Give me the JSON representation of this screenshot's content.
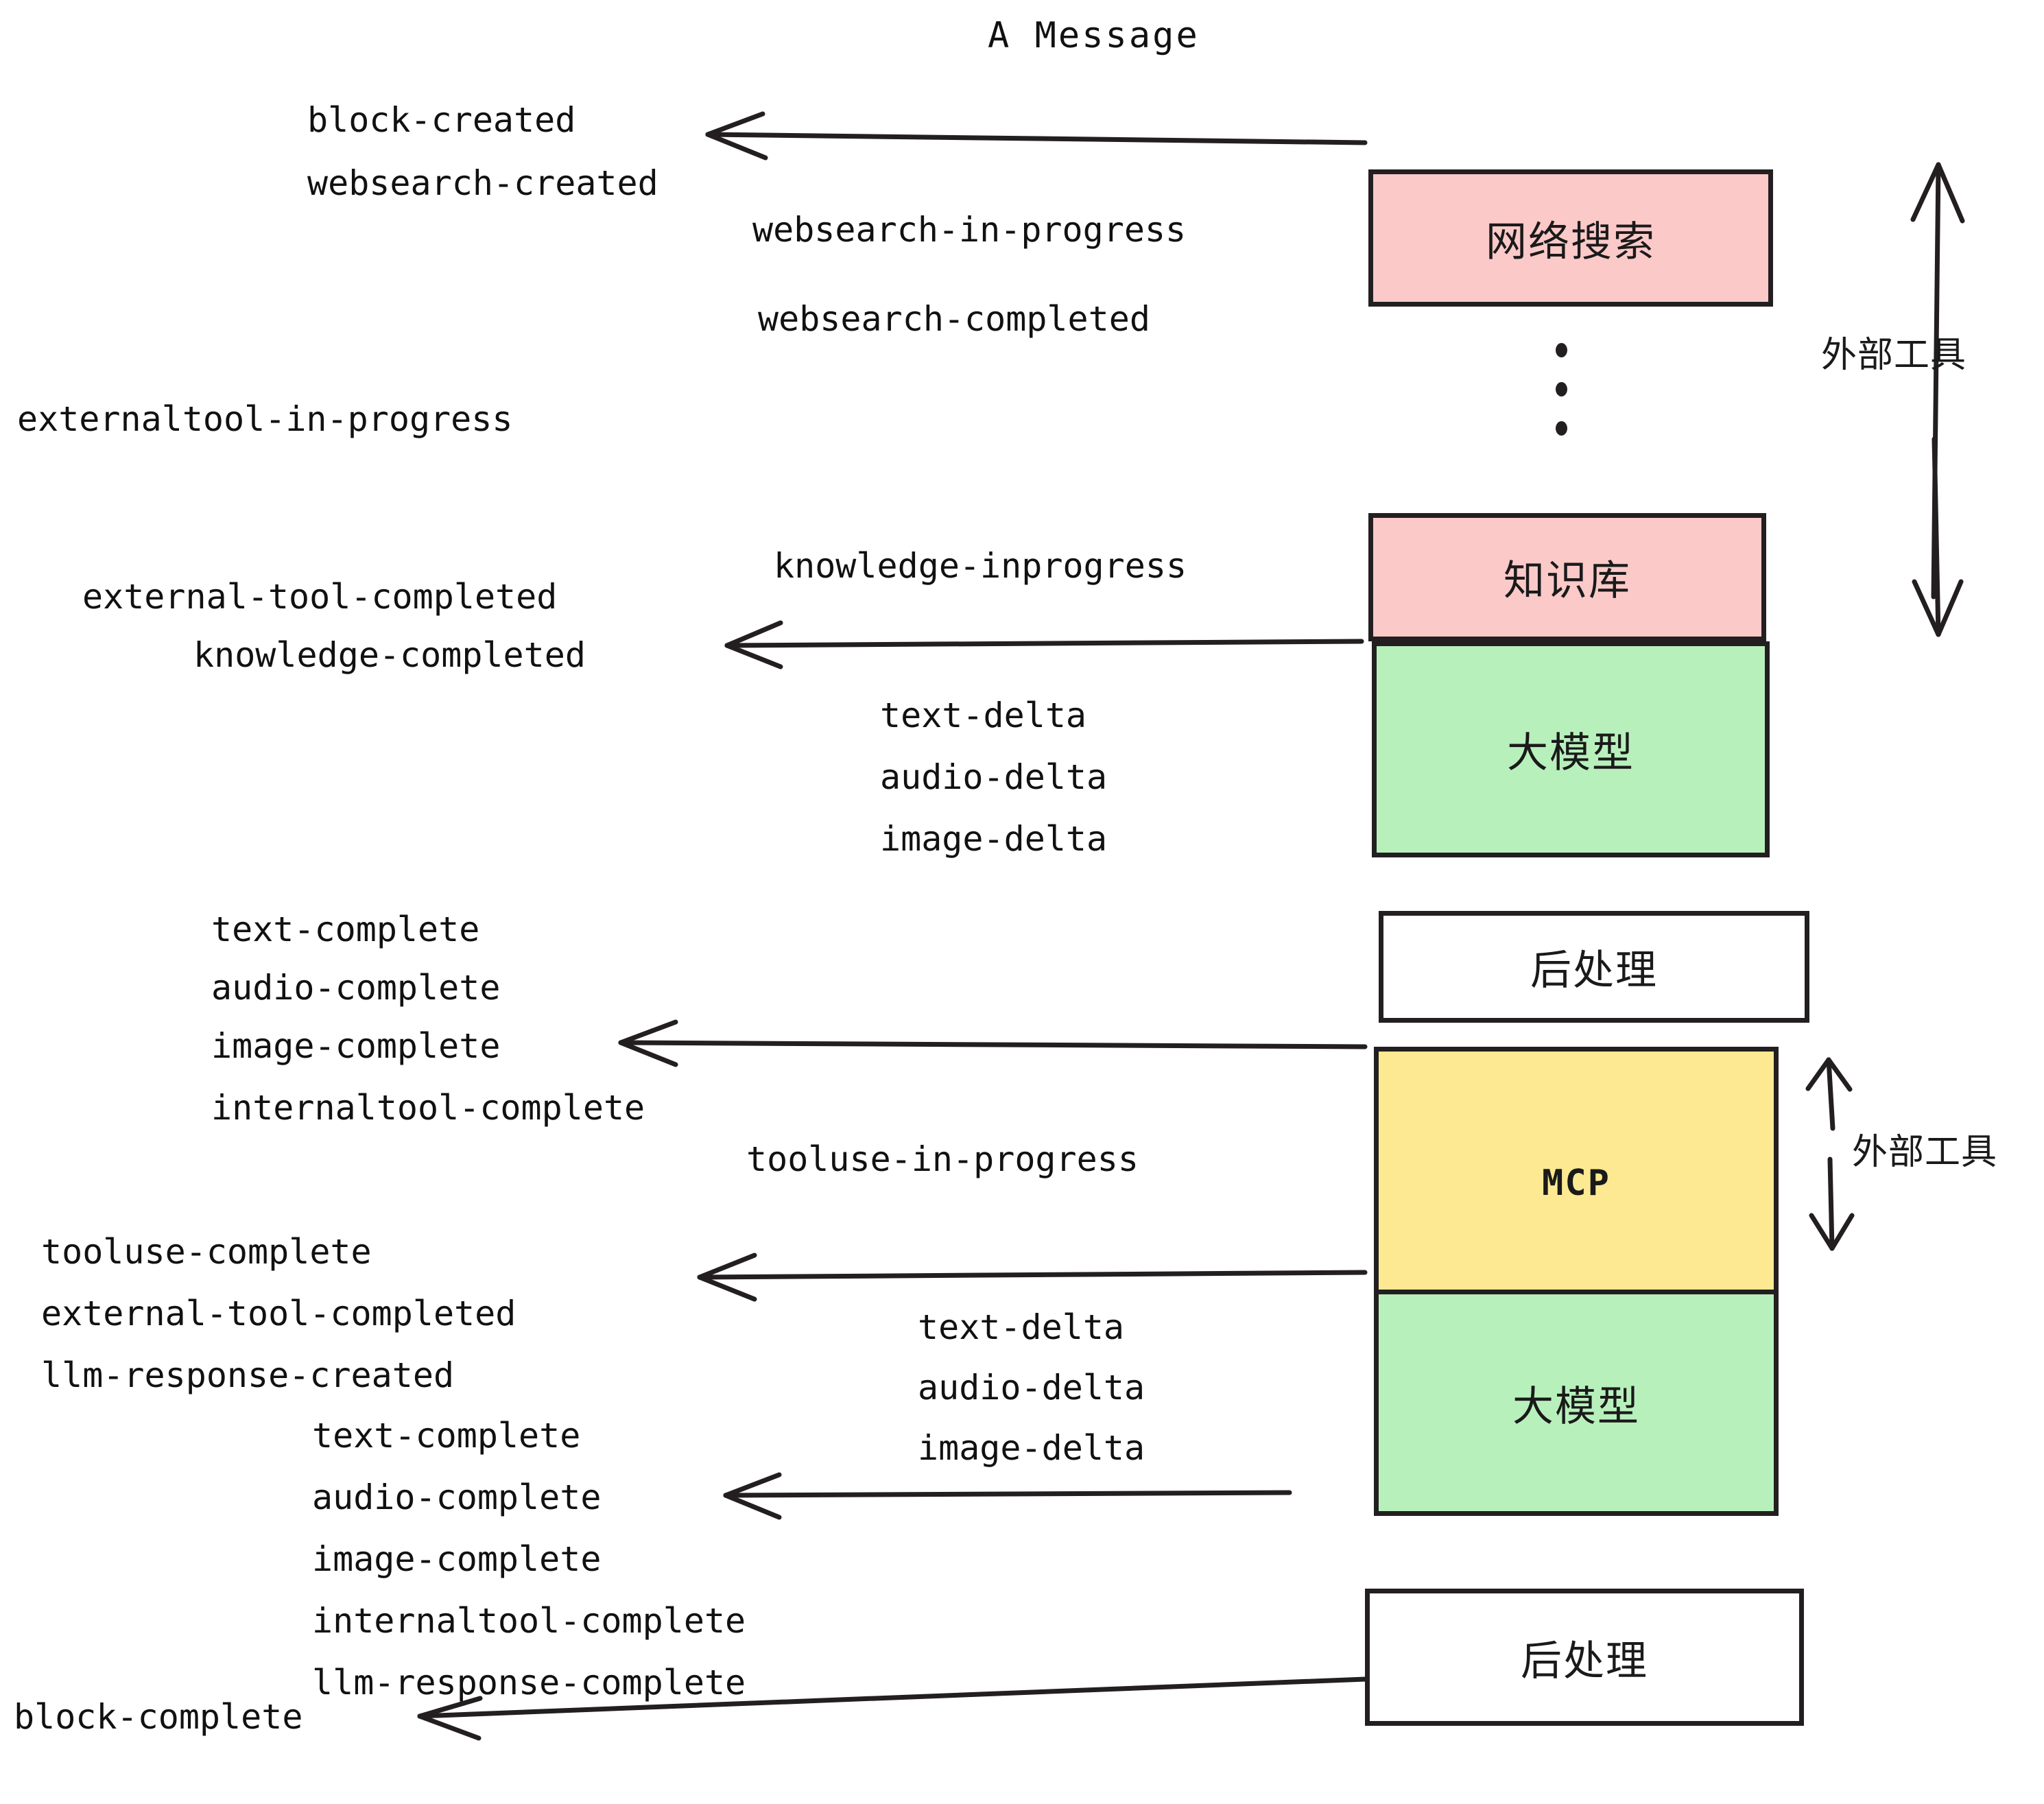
{
  "title": "A Message",
  "colors": {
    "pink": "#FCC9C9",
    "green": "#B8F0BC",
    "yellow": "#FCE992",
    "white": "#FFFFFF",
    "stroke": "#231F20"
  },
  "boxes": [
    {
      "id": "websearch",
      "label": "网络搜索",
      "fill": "pink"
    },
    {
      "id": "knowledge-base",
      "label": "知识库",
      "fill": "pink"
    },
    {
      "id": "llm-top",
      "label": "大模型",
      "fill": "green"
    },
    {
      "id": "postprocess-top",
      "label": "后处理",
      "fill": "white"
    },
    {
      "id": "mcp",
      "label": "MCP",
      "fill": "yellow"
    },
    {
      "id": "llm-bottom",
      "label": "大模型",
      "fill": "green"
    },
    {
      "id": "postprocess-bottom",
      "label": "后处理",
      "fill": "white"
    }
  ],
  "side_annotations": [
    {
      "id": "external-tools-top",
      "label": "外部工具"
    },
    {
      "id": "external-tools-bottom",
      "label": "外部工具"
    }
  ],
  "events": [
    {
      "id": "block-created",
      "text": "block-created"
    },
    {
      "id": "websearch-created",
      "text": "websearch-created"
    },
    {
      "id": "websearch-in-progress",
      "text": "websearch-in-progress"
    },
    {
      "id": "websearch-completed",
      "text": "websearch-completed"
    },
    {
      "id": "externaltool-in-progress",
      "text": "externaltool-in-progress"
    },
    {
      "id": "knowledge-inprogress",
      "text": "knowledge-inprogress"
    },
    {
      "id": "external-tool-completed-1",
      "text": "external-tool-completed"
    },
    {
      "id": "knowledge-completed",
      "text": "knowledge-completed"
    },
    {
      "id": "text-delta-1",
      "text": "text-delta"
    },
    {
      "id": "audio-delta-1",
      "text": "audio-delta"
    },
    {
      "id": "image-delta-1",
      "text": "image-delta"
    },
    {
      "id": "text-complete-1",
      "text": "text-complete"
    },
    {
      "id": "audio-complete-1",
      "text": "audio-complete"
    },
    {
      "id": "image-complete-1",
      "text": "image-complete"
    },
    {
      "id": "internaltool-complete-1",
      "text": "internaltool-complete"
    },
    {
      "id": "tooluse-in-progress",
      "text": "tooluse-in-progress"
    },
    {
      "id": "tooluse-complete",
      "text": "tooluse-complete"
    },
    {
      "id": "external-tool-completed-2",
      "text": "external-tool-completed"
    },
    {
      "id": "llm-response-created",
      "text": "llm-response-created"
    },
    {
      "id": "text-delta-2",
      "text": "text-delta"
    },
    {
      "id": "audio-delta-2",
      "text": "audio-delta"
    },
    {
      "id": "image-delta-2",
      "text": "image-delta"
    },
    {
      "id": "text-complete-2",
      "text": "text-complete"
    },
    {
      "id": "audio-complete-2",
      "text": "audio-complete"
    },
    {
      "id": "image-complete-2",
      "text": "image-complete"
    },
    {
      "id": "internaltool-complete-2",
      "text": "internaltool-complete"
    },
    {
      "id": "llm-response-complete",
      "text": "llm-response-complete"
    },
    {
      "id": "block-complete",
      "text": "block-complete"
    }
  ]
}
